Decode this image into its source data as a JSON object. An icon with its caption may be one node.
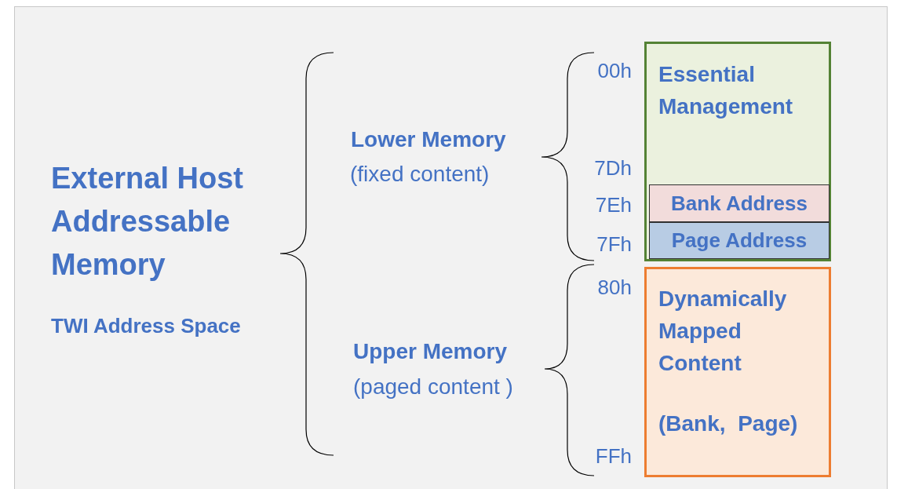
{
  "diagram": {
    "nodes": [
      {
        "text": [
          "Essential Management"
        ]
      },
      {
        "text": [
          "Bank Address"
        ],
        "in": 0
      },
      {
        "text": [
          "Page Address"
        ],
        "in": 0
      },
      {
        "text": [
          "Dynamically Mapped Content",
          "(Bank,  Page)"
        ]
      }
    ],
    "edges": [],
    "labels": [
      "External Host Addressable Memory",
      "TWI Address Space",
      "Lower Memory",
      "(fixed content)",
      "00h",
      "7Dh",
      "7Eh",
      "7Fh",
      "80h",
      "Upper Memory",
      "(paged content )",
      "FFh"
    ]
  }
}
